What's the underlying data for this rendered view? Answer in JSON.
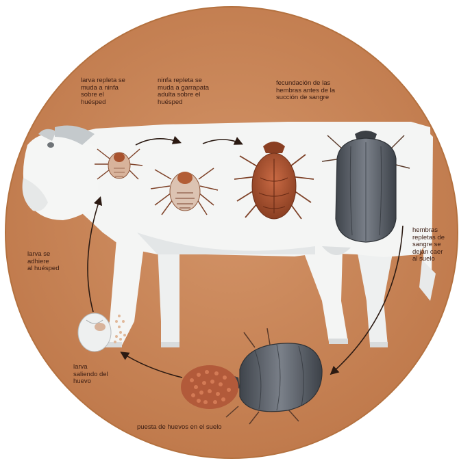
{
  "colors": {
    "disc": "#c9875a",
    "disc_edge": "#b4713f",
    "cow_body": "#f4f5f4",
    "cow_shade": "#dfe2e3",
    "label_text": "#3a1c12",
    "tick_brown": "#a8522e",
    "tick_engorged": "#5a5f66",
    "arrow": "#2b1a12"
  },
  "labels": {
    "larva_molts": [
      "larva repleta se",
      "muda a ninfa",
      "sobre el",
      "huésped"
    ],
    "nymph_molts": [
      "ninfa repleta se",
      "muda a garrapata",
      "adulta sobre el",
      "huésped"
    ],
    "fertilization": [
      "fecundación de las",
      "hembras antes de la",
      "succión de sangre"
    ],
    "engorged_drop": [
      "hembras",
      "repletas de",
      "sangre se",
      "dejan caer",
      "al suelo"
    ],
    "larva_attaches": [
      "larva se",
      "adhiere",
      "al huésped"
    ],
    "larva_hatching": [
      "larva",
      "saliendo del",
      "huevo"
    ],
    "egg_laying": [
      "puesta de huevos en el suelo"
    ]
  },
  "icons": {
    "cow": "cow-illustration",
    "larva": "larva-tick-icon",
    "nymph": "nymph-tick-icon",
    "adult": "adult-tick-icon",
    "engorged": "engorged-female-tick-icon",
    "egg": "hatching-egg-icon",
    "egg_mass": "egg-mass-icon"
  }
}
